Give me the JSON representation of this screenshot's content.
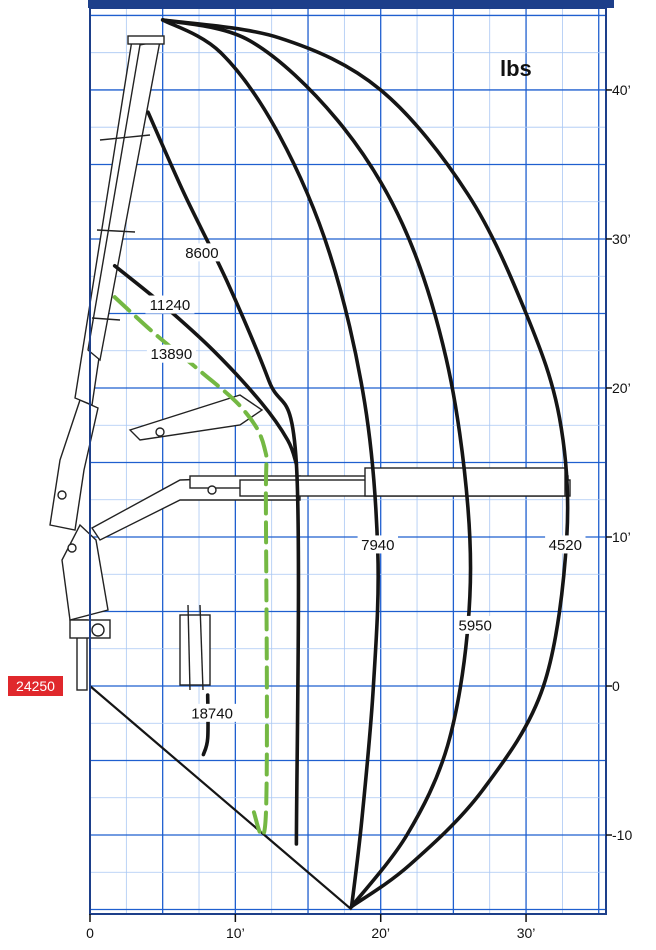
{
  "units": "lbs",
  "base_capacity": "24250",
  "x_ticks": [
    {
      "v": 0,
      "label": "0"
    },
    {
      "v": 10,
      "label": "10’"
    },
    {
      "v": 20,
      "label": "20’"
    },
    {
      "v": 30,
      "label": "30’"
    }
  ],
  "y_ticks": [
    {
      "v": 40,
      "label": "40’"
    },
    {
      "v": 30,
      "label": "30’"
    },
    {
      "v": 20,
      "label": "20’"
    },
    {
      "v": 10,
      "label": "10’"
    },
    {
      "v": 0,
      "label": "0"
    },
    {
      "v": -10,
      "label": "-10"
    }
  ],
  "colors": {
    "grid_major": "#1f5fcf",
    "grid_minor": "#a9c7f3",
    "header": "#1d3f8a",
    "dashed_curve": "#74b843",
    "base_label": "#e0282c"
  },
  "chart_data": {
    "type": "line",
    "xlim": [
      0,
      35.5
    ],
    "ylim": [
      -15.3,
      45.5
    ],
    "grid": true,
    "series": [
      {
        "name": "4520",
        "style": "solid",
        "label_at": [
          32.7,
          9.5
        ],
        "points": [
          [
            5,
            44.7
          ],
          [
            13,
            43.5
          ],
          [
            20,
            40
          ],
          [
            26,
            33
          ],
          [
            30,
            25
          ],
          [
            32.3,
            18
          ],
          [
            32.8,
            10
          ],
          [
            31.2,
            0
          ],
          [
            27,
            -7
          ],
          [
            22,
            -12
          ],
          [
            18,
            -14.8
          ]
        ]
      },
      {
        "name": "5950",
        "style": "solid",
        "label_at": [
          26.5,
          4.1
        ],
        "points": [
          [
            5,
            44.7
          ],
          [
            11,
            43.3
          ],
          [
            17,
            38
          ],
          [
            21.5,
            31
          ],
          [
            24.5,
            22
          ],
          [
            26,
            12
          ],
          [
            26,
            4
          ],
          [
            24.6,
            -4
          ],
          [
            21.8,
            -10
          ],
          [
            18,
            -14.8
          ]
        ]
      },
      {
        "name": "7940",
        "style": "solid",
        "label_at": [
          19.8,
          9.5
        ],
        "points": [
          [
            5,
            44.7
          ],
          [
            9,
            42.5
          ],
          [
            13,
            37
          ],
          [
            16.5,
            29
          ],
          [
            18.9,
            19
          ],
          [
            19.8,
            9
          ],
          [
            19.5,
            0
          ],
          [
            18.7,
            -9
          ],
          [
            18,
            -14.8
          ]
        ]
      },
      {
        "name": "8600",
        "style": "solid",
        "label_at": [
          7.7,
          29.1
        ],
        "points": [
          [
            4,
            38.5
          ],
          [
            6.5,
            33
          ],
          [
            9.5,
            27
          ],
          [
            12.3,
            20.5
          ],
          [
            14.2,
            14.9
          ],
          [
            14.2,
            -10.6
          ]
        ]
      },
      {
        "name": "11240",
        "style": "solid",
        "label_at": [
          5.5,
          25.6
        ],
        "points": [
          [
            1.7,
            28.2
          ],
          [
            5,
            25.6
          ],
          [
            8.5,
            22.5
          ],
          [
            11.8,
            19
          ],
          [
            13.6,
            16.5
          ],
          [
            14.2,
            14.9
          ]
        ]
      },
      {
        "name": "13890",
        "style": "dashed",
        "label_at": [
          5.6,
          22.3
        ],
        "points": [
          [
            1.7,
            26.1
          ],
          [
            4.5,
            23.6
          ],
          [
            7.5,
            21.2
          ],
          [
            10.5,
            18.6
          ],
          [
            12,
            16
          ],
          [
            12.1,
            12
          ],
          [
            12.1,
            -8.6
          ],
          [
            11.2,
            -8.3
          ]
        ]
      },
      {
        "name": "18740",
        "style": "solid",
        "label_at": [
          8.4,
          -1.8
        ],
        "points": [
          [
            8.1,
            -0.6
          ],
          [
            8.1,
            -3.5
          ],
          [
            7.8,
            -4.6
          ]
        ]
      }
    ],
    "boundary": {
      "points": [
        [
          0,
          0
        ],
        [
          18,
          -15
        ]
      ]
    }
  }
}
